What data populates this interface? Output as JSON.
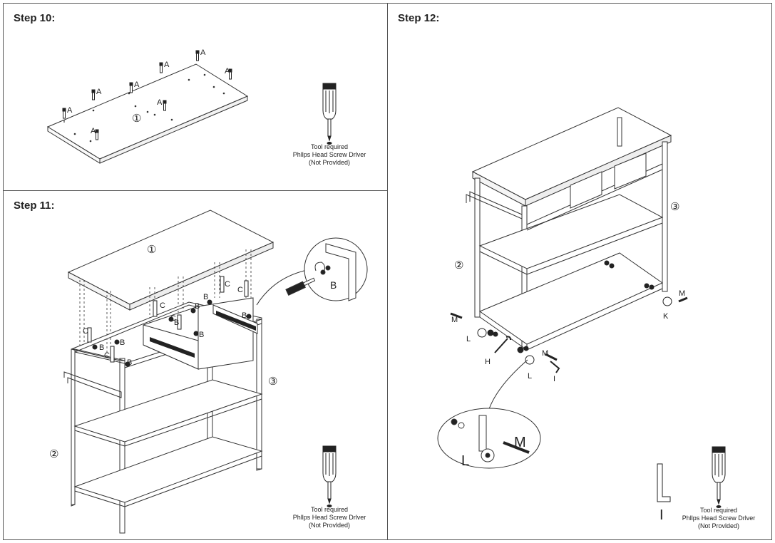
{
  "step10": {
    "title": "Step 10:",
    "part_number": "①",
    "screw_label": "A",
    "tool": {
      "line1": "Tool required",
      "line2": "Phllps Head Screw Drlver",
      "line3": "(Not Provlded)",
      "icon": "screwdriver-icon"
    }
  },
  "step11": {
    "title": "Step 11:",
    "part_top": "①",
    "part_left": "②",
    "part_right": "③",
    "label_b": "B",
    "label_c": "C",
    "tool": {
      "line1": "Tool required",
      "line2": "Phllps Head Screw Drlver",
      "line3": "(Not Provlded)",
      "icon": "screwdriver-icon"
    }
  },
  "step12": {
    "title": "Step 12:",
    "part_left": "②",
    "part_right": "③",
    "label_m": "M",
    "label_l": "L",
    "label_h": "H",
    "label_i": "I",
    "label_k": "K",
    "tool": {
      "line1": "Tool required",
      "line2": "Phllps Head Screw Drlver",
      "line3": "(Not Provlded)",
      "icon": "screwdriver-icon"
    }
  }
}
